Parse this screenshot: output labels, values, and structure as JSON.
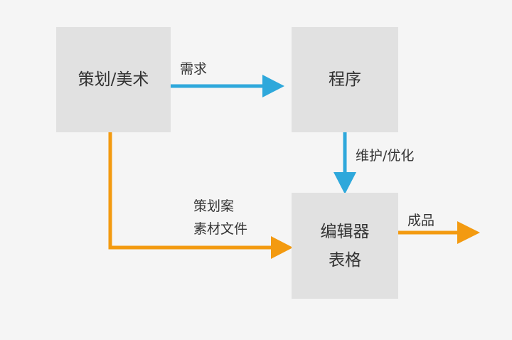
{
  "boxes": {
    "design": "策划/美术",
    "program": "程序",
    "editor_line1": "编辑器",
    "editor_line2": "表格"
  },
  "labels": {
    "requirements": "需求",
    "maintain_optimize": "维护/优化",
    "plan_doc": "策划案",
    "asset_files": "素材文件",
    "product": "成品"
  },
  "colors": {
    "blue_arrow": "#2ea8db",
    "orange_arrow": "#f39a10",
    "box_fill": "#e1e1e1",
    "background": "#f5f5f5"
  }
}
